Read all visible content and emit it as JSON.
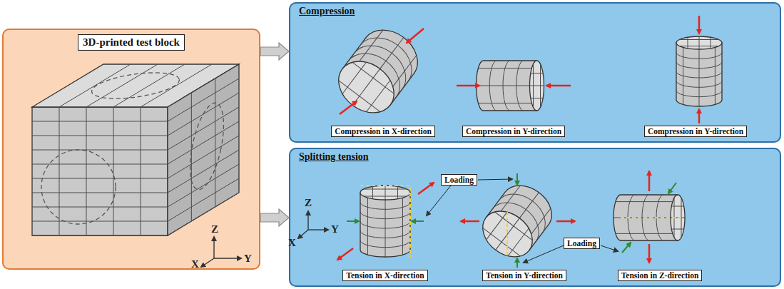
{
  "diagram": {
    "nodes": [
      {
        "text": [
          "3D-printed test block"
        ]
      },
      {
        "text": [
          "Compression"
        ]
      },
      {
        "text": [
          "Compression in X-direction"
        ],
        "in": 1
      },
      {
        "text": [
          "Compression in Y-direction"
        ],
        "in": 1
      },
      {
        "text": [
          "Compression in Y-direction"
        ],
        "in": 1
      },
      {
        "text": [
          "Splitting tension"
        ]
      },
      {
        "text": [
          "Tension in X-direction"
        ],
        "in": 5
      },
      {
        "text": [
          "Tension in Y-direction"
        ],
        "in": 5
      },
      {
        "text": [
          "Tension in Z-direction"
        ],
        "in": 5
      },
      {
        "text": [
          "Loading"
        ],
        "in": 5
      },
      {
        "text": [
          "Loading"
        ],
        "in": 5
      }
    ],
    "edges": [
      {
        "from": 0,
        "to": 1,
        "arrow": "to"
      },
      {
        "from": 0,
        "to": 5,
        "arrow": "to"
      }
    ],
    "labels": [
      "Z",
      "Y",
      "X",
      "Z",
      "Y",
      "X"
    ]
  }
}
